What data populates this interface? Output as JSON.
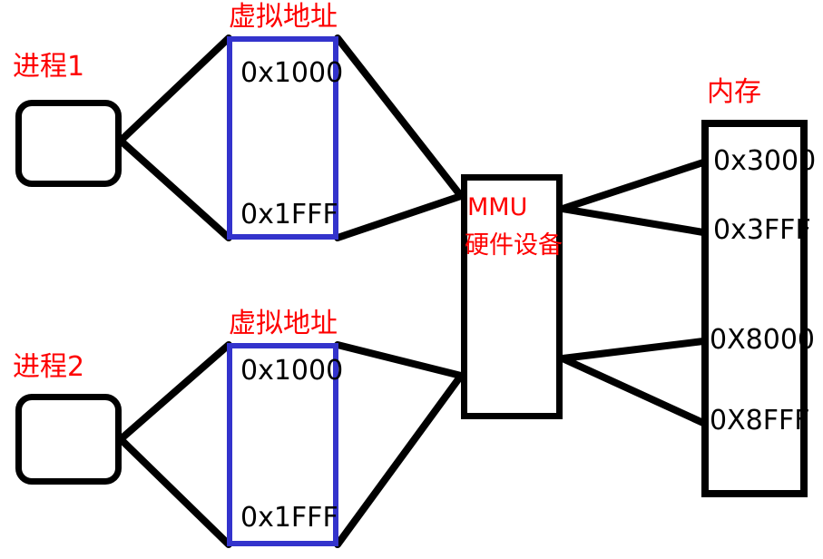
{
  "diagram": {
    "title_semantic": "virtual-memory-mmu-translation-diagram",
    "colors": {
      "label_red": "#fe0000",
      "virtual_box_blue": "#3333cc",
      "outline_black": "#000000",
      "background": "#ffffff"
    }
  },
  "processes": [
    {
      "label": "进程1"
    },
    {
      "label": "进程2"
    }
  ],
  "virtual_spaces": [
    {
      "label": "虚拟地址",
      "start_addr": "0x1000",
      "end_addr": "0x1FFF"
    },
    {
      "label": "虚拟地址",
      "start_addr": "0x1000",
      "end_addr": "0x1FFF"
    }
  ],
  "mmu": {
    "line1": "MMU",
    "line2": "硬件设备"
  },
  "memory": {
    "label": "内存",
    "regions": [
      {
        "start_addr": "0x3000",
        "end_addr": "0x3FFF"
      },
      {
        "start_addr": "0X8000",
        "end_addr": "0X8FFF"
      }
    ]
  }
}
